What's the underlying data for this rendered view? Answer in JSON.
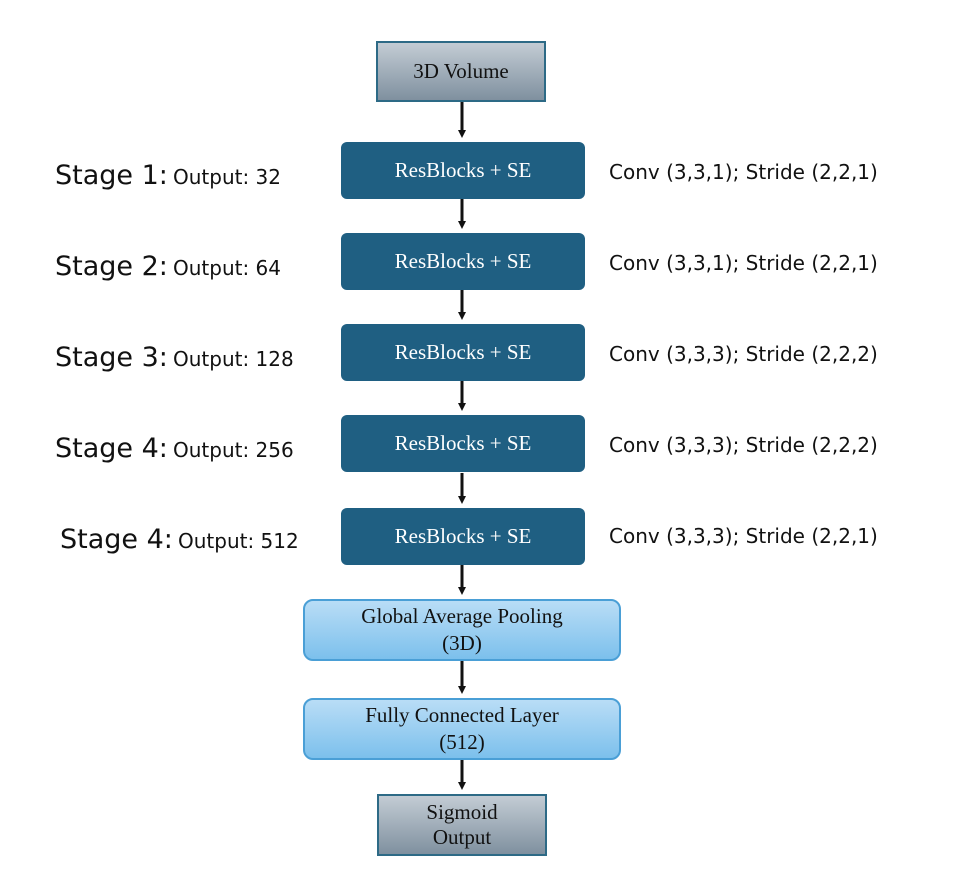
{
  "input": {
    "label": "3D Volume"
  },
  "stages": [
    {
      "name": "Stage 1:",
      "output": "Output: 32",
      "block": "ResBlocks + SE",
      "conv": "Conv (3,3,1);  Stride (2,2,1)"
    },
    {
      "name": "Stage 2:",
      "output": "Output: 64",
      "block": "ResBlocks + SE",
      "conv": "Conv (3,3,1);  Stride (2,2,1)"
    },
    {
      "name": "Stage 3:",
      "output": "Output: 128",
      "block": "ResBlocks + SE",
      "conv": "Conv (3,3,3);  Stride (2,2,2)"
    },
    {
      "name": "Stage 4:",
      "output": "Output: 256",
      "block": "ResBlocks + SE",
      "conv": "Conv (3,3,3);  Stride (2,2,2)"
    },
    {
      "name": "Stage 4:",
      "output": "Output: 512",
      "block": "ResBlocks + SE",
      "conv": "Conv (3,3,3);  Stride (2,2,1)"
    }
  ],
  "pooling": {
    "line1": "Global Average Pooling",
    "line2": "(3D)"
  },
  "fc": {
    "line1": "Fully Connected Layer",
    "line2": "(512)"
  },
  "output": {
    "line1": "Sigmoid",
    "line2": "Output"
  },
  "colors": {
    "resblock": "#1f5f82",
    "greybox_border": "#2d6a86",
    "bluebox_border": "#4a9fd6",
    "arrow": "#111111"
  }
}
